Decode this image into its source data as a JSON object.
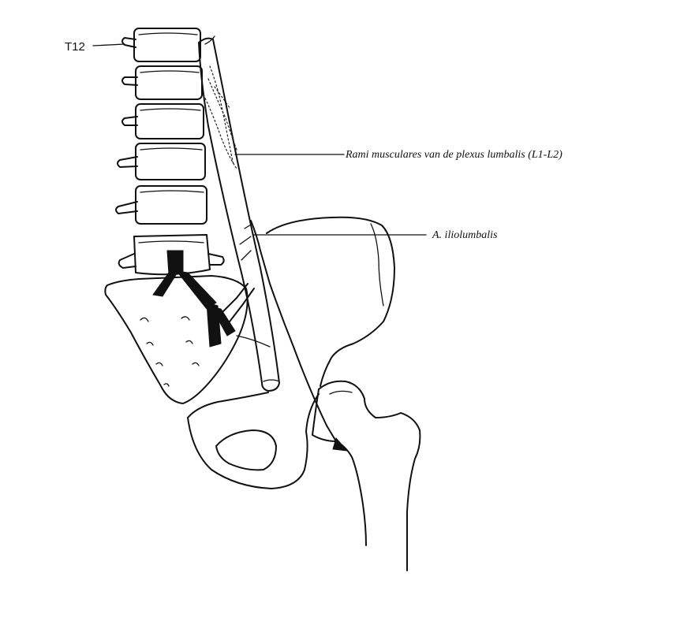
{
  "labels": {
    "t12": "T12",
    "rami": "Rami musculares van de plexus lumbalis (L1-L2)",
    "artery": "A. iliolumbalis"
  },
  "colors": {
    "ink": "#111111",
    "background": "#ffffff"
  }
}
